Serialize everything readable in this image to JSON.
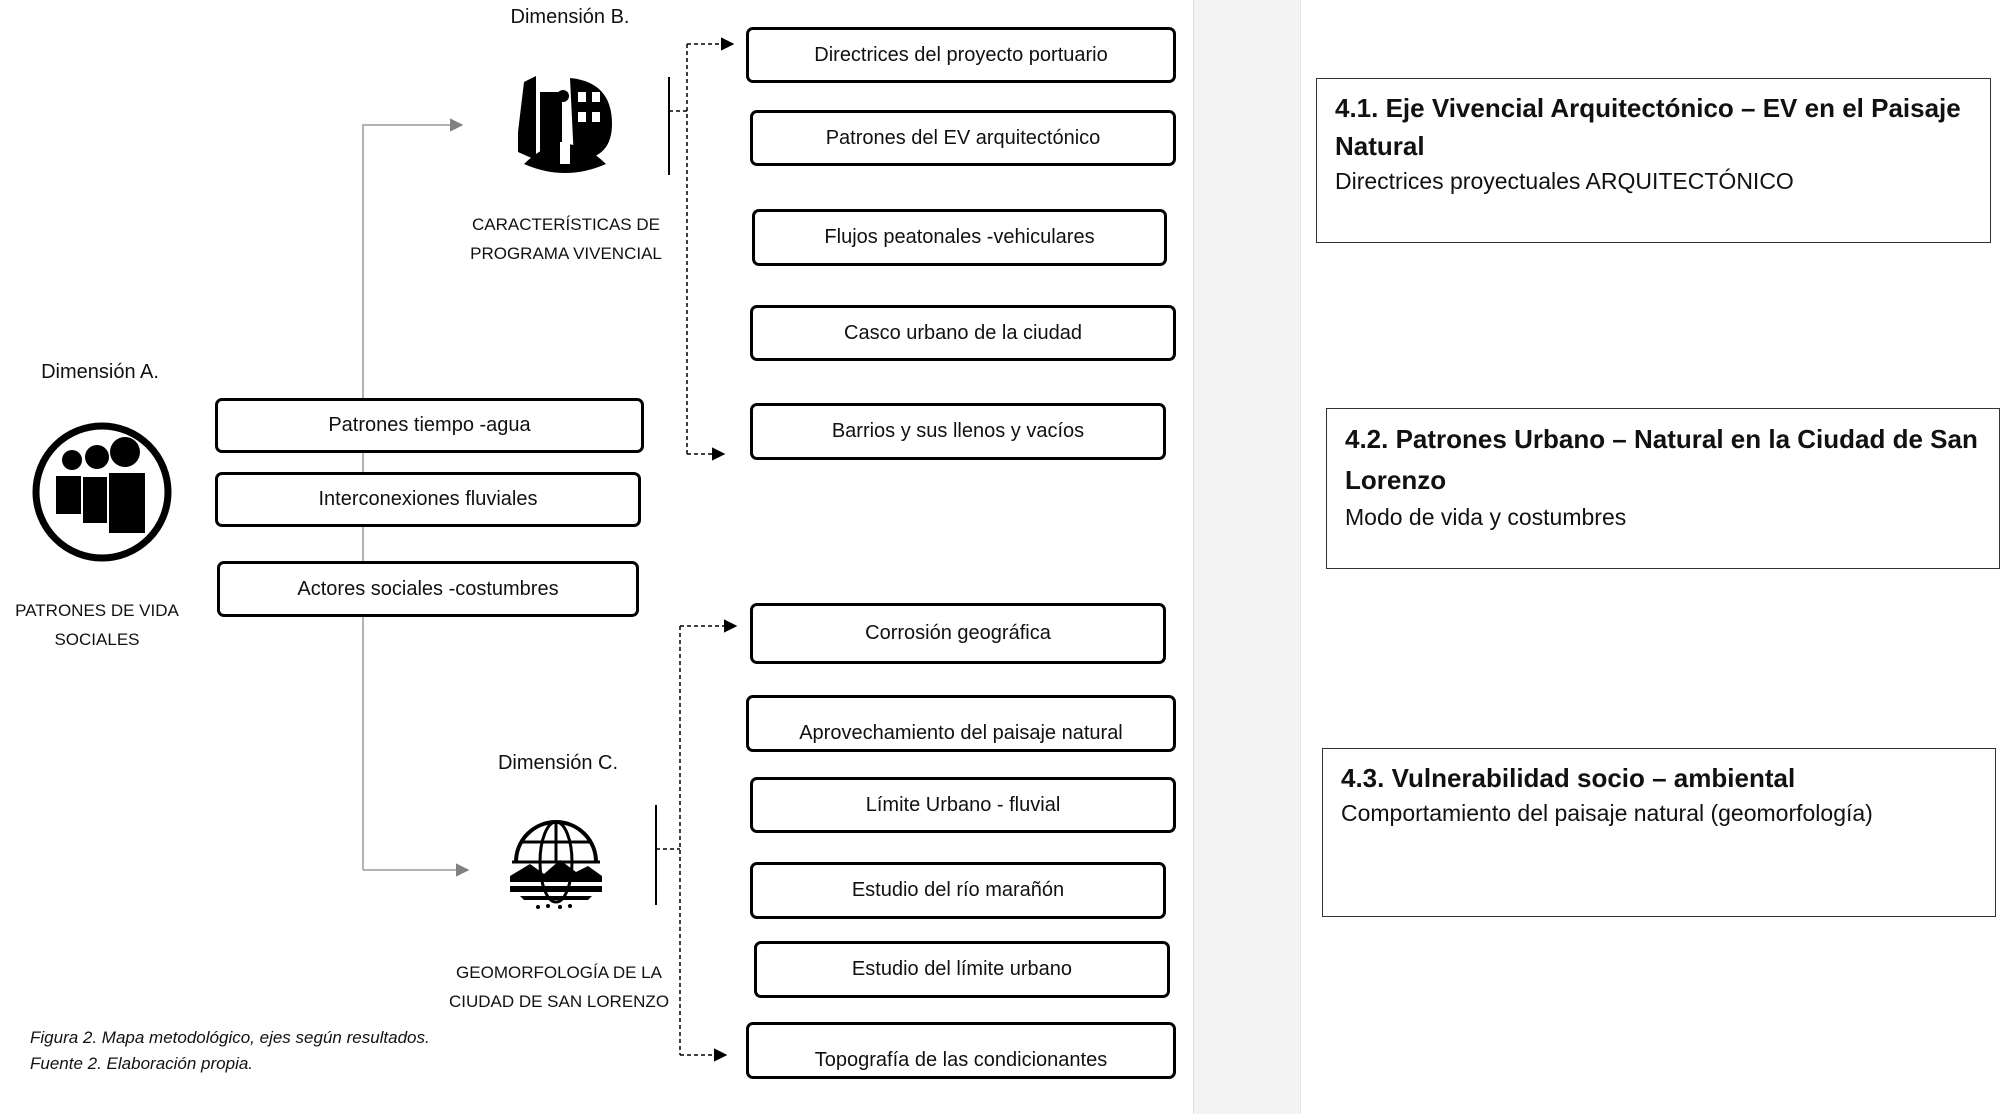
{
  "diagram": {
    "dimension_a": {
      "title": "Dimensión A.",
      "caption_line1": "PATRONES DE VIDA",
      "caption_line2": "SOCIALES",
      "icon": "people-group-icon",
      "items": [
        "Patrones tiempo -agua",
        "Interconexiones fluviales",
        "Actores sociales -costumbres"
      ]
    },
    "dimension_b": {
      "title": "Dimensión B.",
      "caption_line1": "CARACTERÍSTICAS DE",
      "caption_line2": "PROGRAMA VIVENCIAL",
      "icon": "buildings-icon",
      "items": [
        "Directrices del proyecto portuario",
        "Patrones del EV arquitectónico",
        "Flujos peatonales -vehiculares",
        "Casco urbano de la ciudad",
        "Barrios y sus llenos y vacíos"
      ]
    },
    "dimension_c": {
      "title": "Dimensión C.",
      "caption_line1": "GEOMORFOLOGÍA DE LA",
      "caption_line2": "CIUDAD DE SAN LORENZO",
      "icon": "globe-landscape-icon",
      "items": [
        "Corrosión geográfica",
        "Aprovechamiento del paisaje natural",
        "Límite Urbano - fluvial",
        "Estudio del río marañón",
        "Estudio del límite urbano",
        "Topografía de las condicionantes"
      ]
    },
    "figure_caption": "Figura 2. Mapa metodológico, ejes según resultados.",
    "source_caption": "Fuente 2. Elaboración propia."
  },
  "sections": [
    {
      "title": "4.1. Eje Vivencial Arquitectónico – EV en el Paisaje Natural",
      "desc": "Directrices proyectuales ARQUITECTÓNICO"
    },
    {
      "title": "4.2. Patrones Urbano – Natural en la Ciudad de San Lorenzo",
      "desc": "Modo de vida y costumbres"
    },
    {
      "title": "4.3. Vulnerabilidad socio – ambiental",
      "desc": "Comportamiento del paisaje natural (geomorfología)"
    }
  ]
}
